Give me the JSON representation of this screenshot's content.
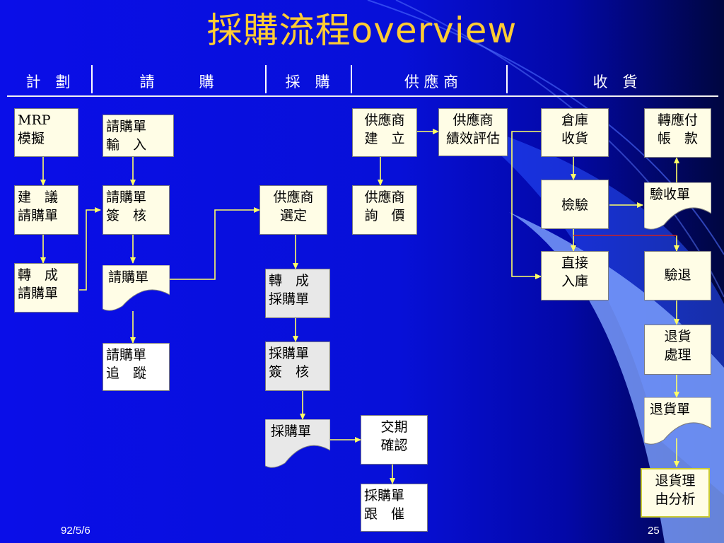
{
  "title": "採購流程overview",
  "columns": {
    "plan": "計　劃",
    "requisition": "請　　　購",
    "purchasing": "採　購",
    "supplier": "供 應 商",
    "receiving": "收　貨"
  },
  "boxes": {
    "mrp": "MRP\n模擬",
    "pr_input": "請購單\n輸　入",
    "suggest_pr": "建　議\n請購單",
    "pr_approve": "請購單\n簽　核",
    "convert_pr": "轉　成\n請購單",
    "pr_track": "請購單\n追　蹤",
    "supplier_select": "供應商\n選定",
    "convert_po": "轉　成\n採購單",
    "po_approve": "採購單\n簽　核",
    "supplier_setup": "供應商\n建　立",
    "supplier_inquiry": "供應商\n詢　價",
    "supplier_eval": "供應商\n績效評估",
    "delivery_confirm": "交期\n確認",
    "po_followup": "採購單\n跟　催",
    "warehouse_receive": "倉庫\n收貨",
    "inspection": "檢驗",
    "direct_stock": "直接\n入庫",
    "to_ap": "轉應付\n帳　款",
    "inspection_reject": "驗退",
    "return_handling": "退貨\n處理",
    "return_reason": "退貨理\n由分析"
  },
  "documents": {
    "pr_doc": "請購單",
    "po_doc": "採購單",
    "acceptance_doc": "驗收單",
    "return_doc": "退貨單"
  },
  "footer": {
    "date": "92/5/6",
    "page": "25"
  },
  "colors": {
    "background": "#0710d8",
    "title": "#ffcc33",
    "arrows": "#ffff66",
    "accent_line": "#cc2222"
  }
}
